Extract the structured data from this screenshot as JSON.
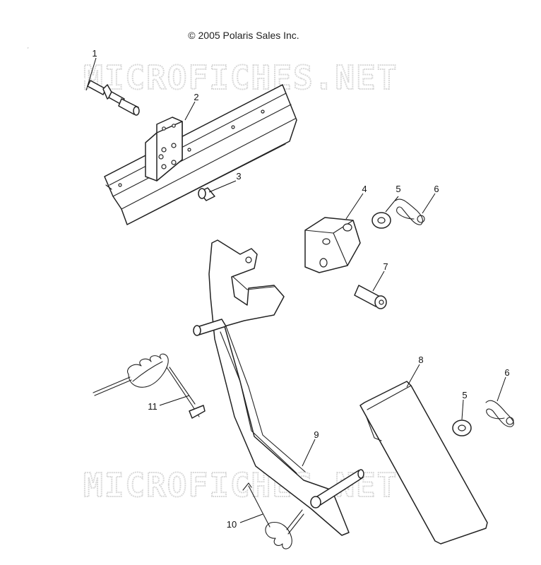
{
  "copyright": "© 2005 Polaris Sales Inc.",
  "watermark": "MICROFICHES.NET",
  "callouts": [
    {
      "id": "1",
      "label": "1"
    },
    {
      "id": "2",
      "label": "2"
    },
    {
      "id": "3",
      "label": "3"
    },
    {
      "id": "4",
      "label": "4"
    },
    {
      "id": "5a",
      "label": "5"
    },
    {
      "id": "6a",
      "label": "6"
    },
    {
      "id": "7",
      "label": "7"
    },
    {
      "id": "8",
      "label": "8"
    },
    {
      "id": "6b",
      "label": "6"
    },
    {
      "id": "5b",
      "label": "5"
    },
    {
      "id": "9",
      "label": "9"
    },
    {
      "id": "11",
      "label": "11"
    },
    {
      "id": "10",
      "label": "10"
    }
  ]
}
